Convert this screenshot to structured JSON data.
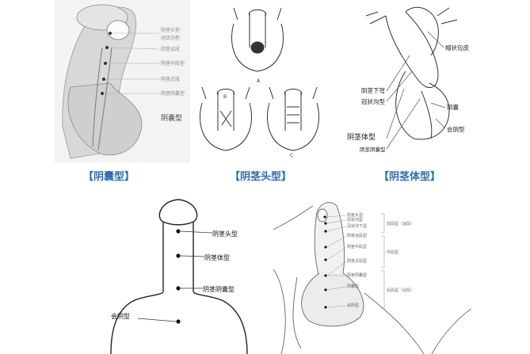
{
  "captions": {
    "left": "【阴囊型】",
    "middle": "【阴茎头型】",
    "right": "【阴茎体型】"
  },
  "panel1": {
    "scrotal_label": "阴囊型",
    "small_labels": [
      "阴茎头型",
      "冠状沟型",
      "阴茎远段",
      "阴茎中段型",
      "阴茎近段",
      "阴茎阴囊型"
    ]
  },
  "panel2": {
    "letters": [
      "A",
      "B",
      "C"
    ]
  },
  "panel3": {
    "labels": {
      "hood": "帽状包皮",
      "distal": "阴茎下穹",
      "coronal": "冠状沟型",
      "shaft": "阴茎体型",
      "penoscrotal": "阴茎阴囊型",
      "scrotum": "阴囊",
      "perineal": "会阴型"
    }
  },
  "panel4": {
    "labels": {
      "glans": "阴茎头型",
      "shaft": "阴茎体型",
      "penoscrotal": "阴茎阴囊型",
      "perineal": "会阴型"
    }
  },
  "panel5": {
    "left_labels": [
      "阴茎头型",
      "冠状沟型",
      "冠状沟下型",
      "阴茎远段型",
      "阴茎中段型",
      "阴茎近段型",
      "阴茎阴囊型",
      "阴囊型",
      "会阴型"
    ],
    "right_labels": [
      "前段型（远段）",
      "中段型",
      "后段型（近段）"
    ]
  },
  "colors": {
    "caption": "#2a6db5",
    "line": "#333333",
    "panel_bg": "#f4f4f4"
  }
}
